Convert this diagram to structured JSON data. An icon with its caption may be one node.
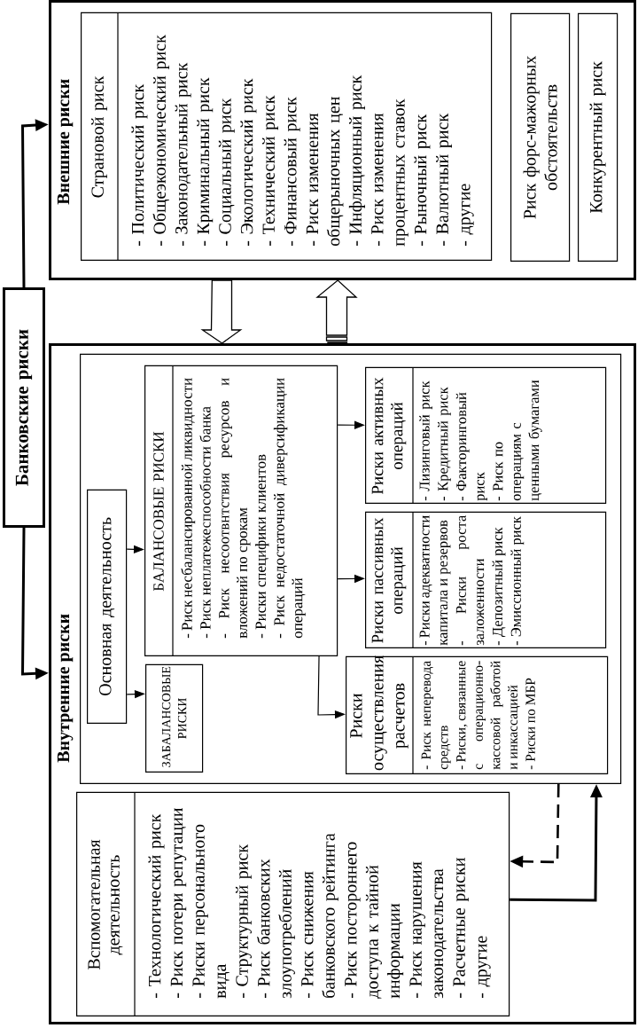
{
  "diagram": {
    "nodes": [
      {
        "text": [
          "Банковские риски"
        ]
      },
      {
        "text": [
          "Внутренние риски"
        ]
      },
      {
        "text": [
          "Вспомогательная деятельность",
          "- Технологический риск",
          "- Риск потери репутации",
          "- Риски персонального вида",
          "- Структурный риск",
          "- Риск банковских злоупотреблений",
          "- Риск снижения банковского рейтинга",
          "- Риск постороннего доступа к тайной информации",
          "- Риск нарушения законодательства",
          "- Расчетные риски",
          "- другие"
        ],
        "in": 1
      },
      {
        "text": [],
        "shape": "box",
        "in": 1
      },
      {
        "text": [
          "Основная деятельность"
        ],
        "in": 3
      },
      {
        "text": [
          "ЗАБАЛАНСОВЫЕ РИСКИ"
        ],
        "in": 3
      },
      {
        "text": [
          "БАЛАНСОВЫЕ РИСКИ",
          "- Риск несбалансированной ликвидности",
          "- Риск неплатежеспособности банка",
          "- Риск несоотвнтствия ресурсов и вложений по срокам",
          "- Риски специфики клиентов",
          "- Риск недостаточной диверсификации операций"
        ],
        "in": 3
      },
      {
        "text": [
          "Риски осуществления расчетов",
          "- Риск неперевода средств",
          "- Риски, связанные с операционно-кассовой работой и инкассацией",
          "- Риски по МБР"
        ],
        "in": 3
      },
      {
        "text": [
          "Риски пассивных операций",
          "- Риски адекватности капитала и резервов",
          "- Риски роста заложенности",
          "- Депозитный риск",
          "- Эмиссионный риск"
        ],
        "in": 3
      },
      {
        "text": [
          "Риски активных операций",
          "- Лизинговый риск",
          "- Кредитный риск",
          "- Факторинговый риск",
          "- Риск по операциям с ценными бумагами"
        ],
        "in": 3
      },
      {
        "text": [
          "Внешние риски"
        ]
      },
      {
        "text": [
          "Страновой риск",
          "- Политический риск",
          "- Общеэкономический риск",
          "- Законодательный риск",
          "- Криминальный риск",
          "- Социальный риск",
          "- Экологический риск",
          "- Технический риск",
          "- Финансовый риск",
          "- Риск изменения общерыночных цен",
          "- Инфляционный риск",
          "- Риск изменения процентных ставок",
          "- Рыночный риск",
          "- Валютный риск",
          "- другие"
        ],
        "in": 10
      },
      {
        "text": [
          "Риск форс-мажорных обстоятельств"
        ],
        "in": 10
      },
      {
        "text": [
          "Конкурентный риск"
        ],
        "in": 10
      }
    ],
    "edges": [
      {
        "from": 0,
        "to": 10,
        "arrow": "to",
        "style": "thick"
      },
      {
        "from": 0,
        "to": 1,
        "arrow": "to",
        "style": "thick"
      },
      {
        "from": 10,
        "to": 1,
        "arrow": "to"
      },
      {
        "from": 1,
        "to": 10,
        "arrow": "to"
      },
      {
        "from": 4,
        "to": 6,
        "arrow": "to"
      },
      {
        "from": 4,
        "to": 5,
        "arrow": "to"
      },
      {
        "from": 6,
        "to": 9,
        "arrow": "to"
      },
      {
        "from": 6,
        "to": 8,
        "arrow": "to"
      },
      {
        "from": 6,
        "to": 7,
        "arrow": "to"
      },
      {
        "from": 3,
        "to": 2,
        "arrow": "to",
        "style": "dashed"
      },
      {
        "from": 2,
        "to": 3,
        "arrow": "to",
        "style": "thick"
      }
    ]
  }
}
